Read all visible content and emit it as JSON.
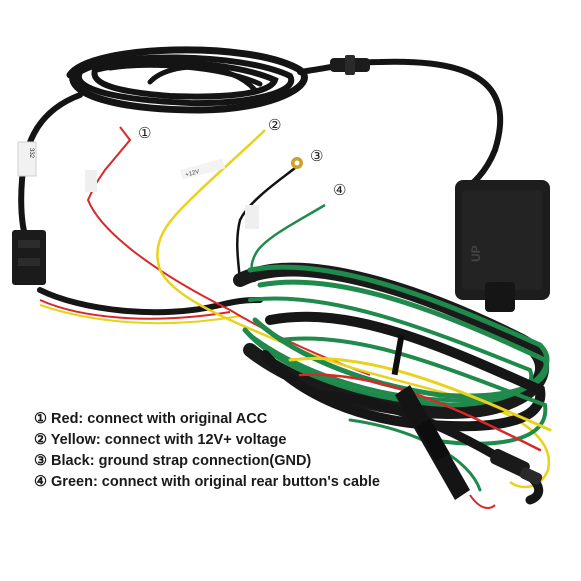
{
  "callouts": [
    {
      "symbol": "①"
    },
    {
      "symbol": "②"
    },
    {
      "symbol": "③"
    },
    {
      "symbol": "④"
    }
  ],
  "legend": [
    {
      "marker": "①",
      "text": "Red: connect with original ACC",
      "color": "#d8282a"
    },
    {
      "marker": "②",
      "text": "Yellow: connect with 12V+ voltage",
      "color": "#e8d21c"
    },
    {
      "marker": "③",
      "text": "Black: ground strap connection(GND)",
      "color": "#111111"
    },
    {
      "marker": "④",
      "text": "Green: connect with original rear button's cable",
      "color": "#1f8a4c"
    }
  ],
  "labels": {
    "module_logo": "UP",
    "sticker_a": "332",
    "sticker_b": "+12V"
  },
  "colors": {
    "background": "#ffffff",
    "cable_black": "#111111",
    "wire_red": "#d8282a",
    "wire_yellow": "#e8d21c",
    "wire_green": "#1f8a4c"
  }
}
